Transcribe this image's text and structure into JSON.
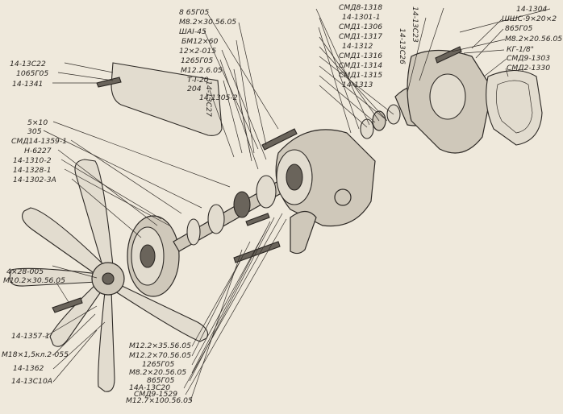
{
  "labels": {
    "l1": "8 65Г05",
    "l2": "М8.2×30.56.05",
    "l3": "ШАI-45",
    "l4": "БМ12×60",
    "l5": "12×2-015",
    "l6": "1265Г05",
    "l7": "М12.2.6.05",
    "l8": "Т-I-20",
    "l9": "204",
    "l10": "14-1305-2",
    "l11": "14-13С27",
    "l12": "14-13С22",
    "l13": "1065Г05",
    "l14": "14-1341",
    "l15": "5×10",
    "l16": "305",
    "l17": "СМД14-1359-1",
    "l18": "Н-6227",
    "l19": "14-1310-2",
    "l20": "14-1328-1",
    "l21": "14-1302-3А",
    "l22": "СМД8-1318",
    "l23": "14-1301-1",
    "l24": "СМД1-1306",
    "l25": "СМД1-1317",
    "l26": "14-1312",
    "l27": "СМД1-1316",
    "l28": "СМД1-1314",
    "l29": "СМД1-1315",
    "l30": "14-1313",
    "l31": "14-13С26",
    "l32": "14-13С23",
    "l33": "14-1304",
    "l34": "ШШС-9×20×2",
    "l35": "865Г05",
    "l36": "М8.2×20.56.05",
    "l37": "КГ-1/8\"",
    "l38": "СМД9-1303",
    "l39": "СМД2-1330",
    "l40": "4×28-005",
    "l41": "М10.2×30.56.05",
    "l42": "14-1357-1",
    "l43": "М18×1,5кл.2-055",
    "l44": "14-1362",
    "l45": "14-13С10А",
    "l46": "М12.2×35.56.05",
    "l47": "М12.2×70.56.05",
    "l48": "1265Г05",
    "l49": "М8.2×20.56.05",
    "l50": "865Г05",
    "l51": "14А-13С20",
    "l52": "СМД9-1529",
    "l53": "М12.7×100.56.05"
  },
  "colors": {
    "paper": "#efe9dc",
    "ink": "#2a2622"
  }
}
